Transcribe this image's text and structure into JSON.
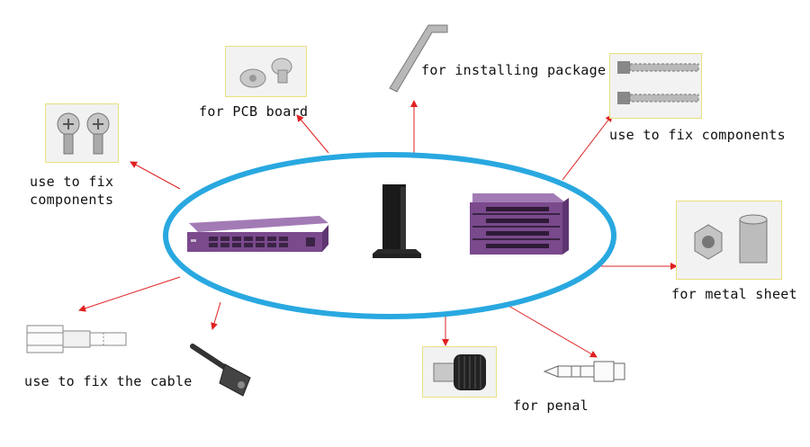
{
  "labels": {
    "pcb_board": "for PCB board",
    "installing_package": "for installing package",
    "fix_components_top": "use to fix components",
    "fix_components_left_line1": "use to fix",
    "fix_components_left_line2": "components",
    "metal_sheet": "for metal sheet",
    "fix_cable": "use to fix the cable",
    "penal": "for penal"
  },
  "colors": {
    "ellipse": "#29a8e0",
    "arrow": "#e02020",
    "device_purple": "#7a4a8c",
    "photo_border": "#e8e080"
  },
  "icons": [
    "pcb-screw-photo",
    "hex-key-icon",
    "self-tapping-screw-photo",
    "combination-screw-photo",
    "press-nut-photo",
    "standoff-drawing",
    "cable-tie-mount-icon",
    "knurled-knob-photo",
    "thumb-screw-drawing",
    "rack-switch-device",
    "tower-router-device",
    "chassis-switch-device"
  ]
}
